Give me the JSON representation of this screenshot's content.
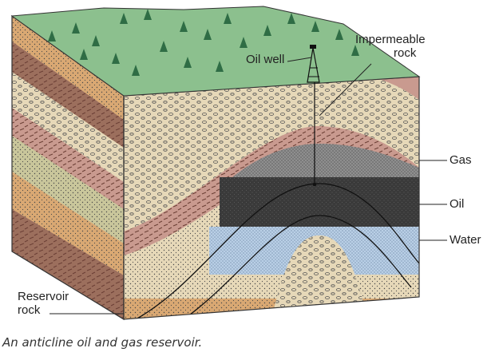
{
  "labels": {
    "oil_well": "Oil well",
    "impermeable_line1": "Impermeable",
    "impermeable_line2": "rock",
    "gas": "Gas",
    "oil": "Oil",
    "water": "Water",
    "reservoir_line1": "Reservoir",
    "reservoir_line2": "rock"
  },
  "caption": "An anticline oil and gas reservoir.",
  "colors": {
    "grass": "#8cc08e",
    "tree": "#2f6d45",
    "sandstone": "#e6d8b8",
    "shale": "#c99a8f",
    "gas": "#8f8f8f",
    "oil": "#3a3a3a",
    "water": "#b9cfe6",
    "orange_layer": "#d9a873",
    "brown_layer": "#9c6f5d",
    "olive_layer": "#c9c69b"
  }
}
